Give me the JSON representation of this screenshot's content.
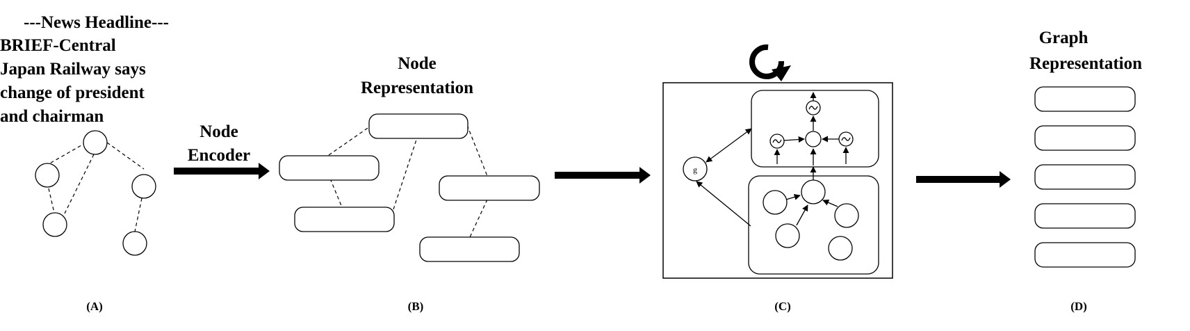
{
  "panel_a": {
    "headline_lines": [
      "---News Headline---",
      "BRIEF-Central",
      "Japan Railway says",
      "change of president",
      "and chairman"
    ]
  },
  "arrow_1_lines": [
    "Node",
    "Encoder"
  ],
  "panel_b": {
    "title_lines": [
      "Node",
      "Representation"
    ]
  },
  "panel_c": {
    "global_node_label": "g"
  },
  "panel_d": {
    "title_lines": [
      "Graph",
      "Representation"
    ]
  },
  "captions": [
    "(A)",
    "(B)",
    "(C)",
    "(D)"
  ]
}
